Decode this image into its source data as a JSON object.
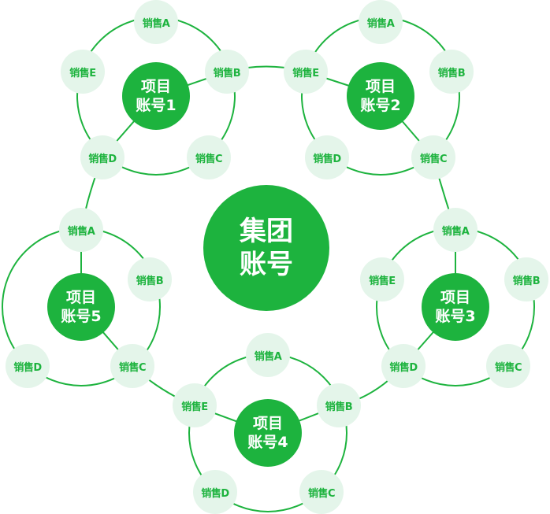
{
  "colors": {
    "primary_green": "#1db33e",
    "light_green": "#e4f5ea",
    "line_green": "#1db33e",
    "background": "#ffffff"
  },
  "center": {
    "line1": "集团",
    "line2": "账号"
  },
  "clusters": [
    {
      "hub": {
        "line1": "项目",
        "line2": "账号1"
      },
      "nodes": [
        {
          "label": "销售A"
        },
        {
          "label": "销售B"
        },
        {
          "label": "销售C"
        },
        {
          "label": "销售D"
        },
        {
          "label": "销售E"
        }
      ]
    },
    {
      "hub": {
        "line1": "项目",
        "line2": "账号2"
      },
      "nodes": [
        {
          "label": "销售A"
        },
        {
          "label": "销售B"
        },
        {
          "label": "销售C"
        },
        {
          "label": "销售D"
        },
        {
          "label": "销售E"
        }
      ]
    },
    {
      "hub": {
        "line1": "项目",
        "line2": "账号3"
      },
      "nodes": [
        {
          "label": "销售A"
        },
        {
          "label": "销售B"
        },
        {
          "label": "销售C"
        },
        {
          "label": "销售D"
        },
        {
          "label": "销售E"
        }
      ]
    },
    {
      "hub": {
        "line1": "项目",
        "line2": "账号4"
      },
      "nodes": [
        {
          "label": "销售A"
        },
        {
          "label": "销售B"
        },
        {
          "label": "销售C"
        },
        {
          "label": "销售D"
        },
        {
          "label": "销售E"
        }
      ]
    },
    {
      "hub": {
        "line1": "项目",
        "line2": "账号5"
      },
      "nodes": [
        {
          "label": "销售A"
        },
        {
          "label": "销售B"
        },
        {
          "label": "销售C"
        },
        {
          "label": "销售D"
        }
      ]
    }
  ]
}
